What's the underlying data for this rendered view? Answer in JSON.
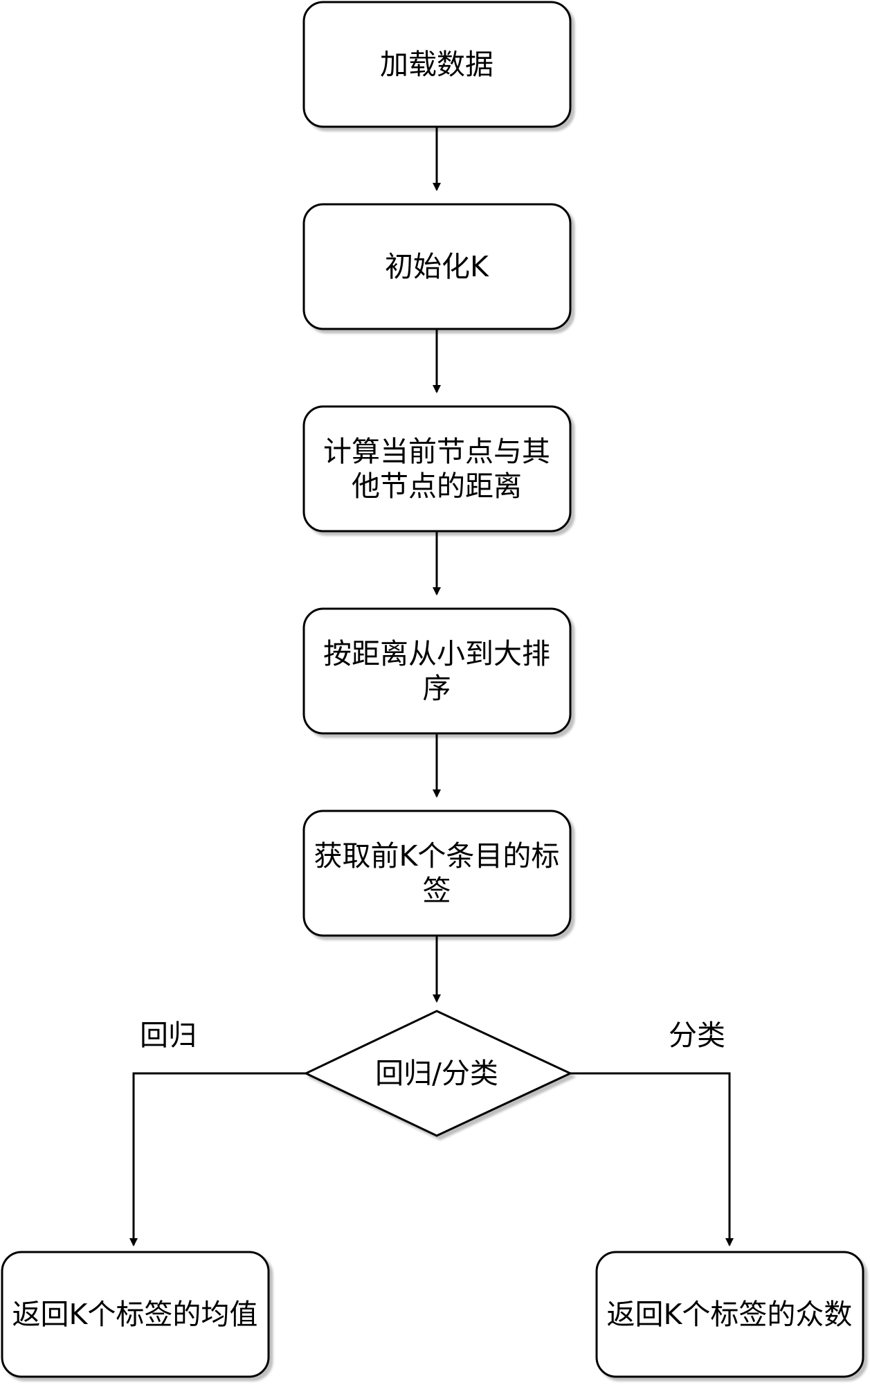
{
  "diagram": {
    "nodes": {
      "load_data": "加载数据",
      "init_k": "初始化K",
      "compute_distance": [
        "计算当前节点与其",
        "他节点的距离"
      ],
      "sort_by_distance": [
        "按距离从小到大排",
        "序"
      ],
      "get_top_k_labels": [
        "获取前K个条目的标",
        "签"
      ],
      "decision": "回归/分类",
      "return_mean": "返回K个标签的均值",
      "return_mode": "返回K个标签的众数"
    },
    "edge_labels": {
      "regression": "回归",
      "classification": "分类"
    }
  }
}
